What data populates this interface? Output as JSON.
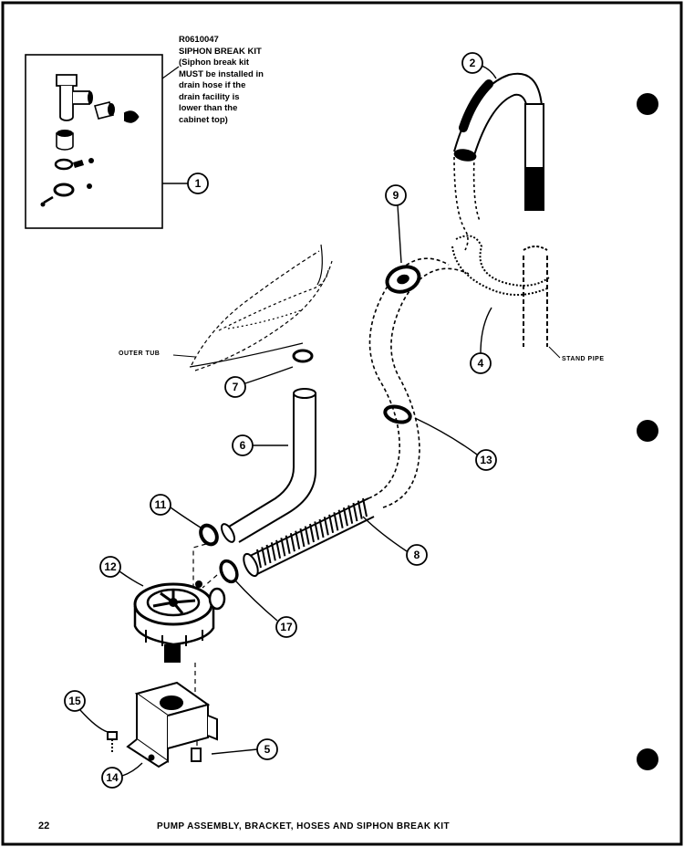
{
  "kit": {
    "part_number": "R0610047",
    "name": "SIPHON BREAK KIT",
    "note_lines": [
      "(Siphon break kit",
      "MUST be installed in",
      "drain hose if the",
      "drain facility is",
      "lower than the",
      "cabinet top)"
    ]
  },
  "labels": {
    "outer_tub": "OUTER TUB",
    "stand_pipe": "STAND PIPE"
  },
  "callouts": [
    "1",
    "2",
    "4",
    "5",
    "6",
    "7",
    "8",
    "9",
    "11",
    "12",
    "13",
    "14",
    "15",
    "17"
  ],
  "footer": {
    "page_number": "22",
    "title": "PUMP ASSEMBLY, BRACKET, HOSES AND SIPHON BREAK KIT"
  }
}
